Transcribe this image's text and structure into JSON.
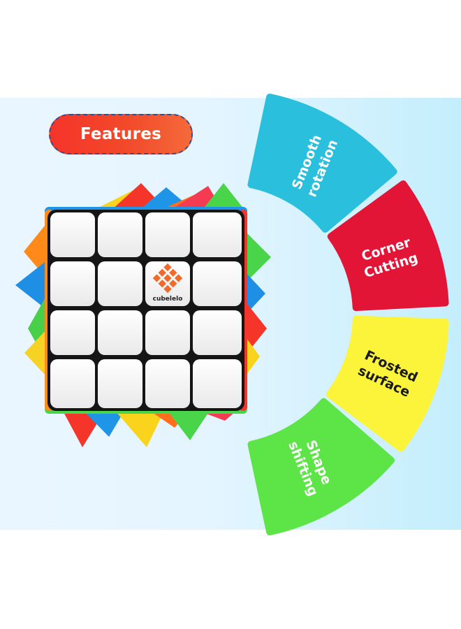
{
  "badge": {
    "label": "Features"
  },
  "brand": {
    "name": "cubelelo"
  },
  "features": [
    {
      "lines": [
        "Smooth",
        "rotation"
      ],
      "color": "#29bfdd",
      "text_color": "#ffffff"
    },
    {
      "lines": [
        "Corner",
        "Cutting"
      ],
      "color": "#e31536",
      "text_color": "#ffffff"
    },
    {
      "lines": [
        "Frosted",
        "surface"
      ],
      "color": "#fbf43a",
      "text_color": "#1a1a1a"
    },
    {
      "lines": [
        "Shape",
        "shifting"
      ],
      "color": "#5de447",
      "text_color": "#ffffff"
    }
  ],
  "colors": {
    "banner_bg": "#e4f5ff",
    "badge_bg": "#f5342a",
    "logo_orange": "#f26a2a",
    "cube_white": "#f5f5f5"
  }
}
